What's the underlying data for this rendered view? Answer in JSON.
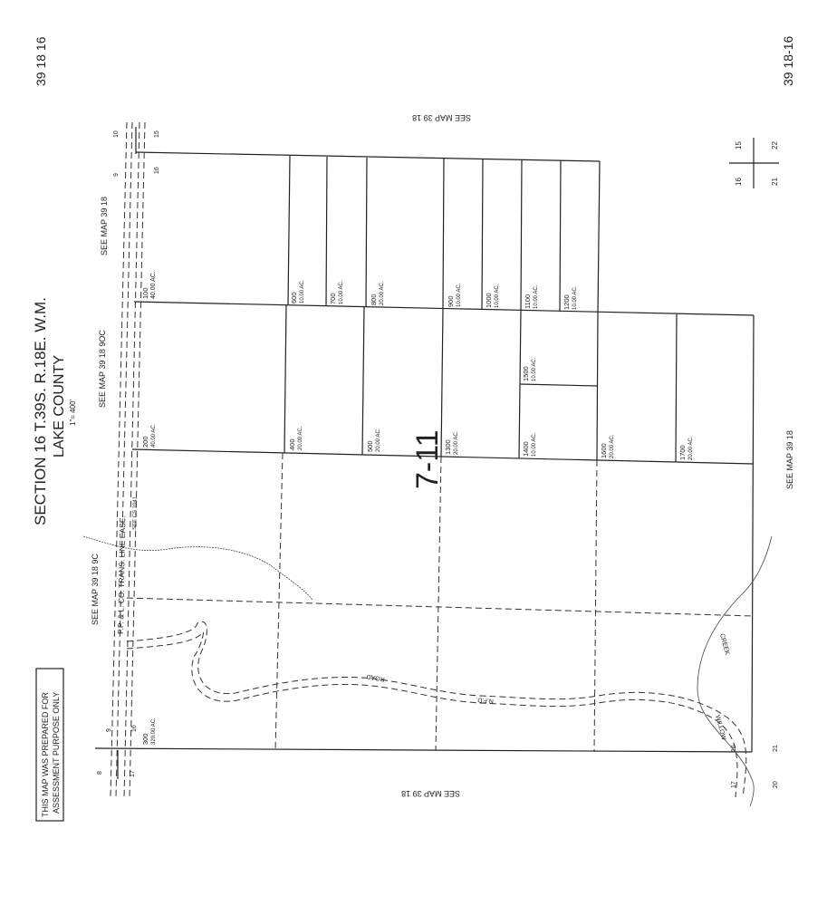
{
  "map_number": "39 18 16",
  "map_number_right": "39 18-16",
  "title": {
    "section": "SECTION 16 T.39S. R.18E. W.M.",
    "county": "LAKE COUNTY",
    "scale": "1\"= 400'"
  },
  "notice": {
    "line1": "THIS MAP WAS PREPARED FOR",
    "line2": "ASSESSMENT PURPOSE ONLY"
  },
  "see_maps": {
    "top": "SEE MAP 39 18",
    "bottom": "SEE MAP 39 18",
    "right": "SEE MAP 39 18",
    "left_upper": "SEE MAP 39 18",
    "left_middle": "SEE MAP 39 18 9OC",
    "left_lower": "SEE MAP 39 18 9C"
  },
  "easement": {
    "line": "P.P. & L. CO.   TRANS.   LINE   EASE.",
    "ref": "SEE CS 1041"
  },
  "road_labels": {
    "road": "ROAD",
    "nfd": "N.F.D."
  },
  "creek_labels": {
    "willow": "WILLOW",
    "creek": "CREEK"
  },
  "handwritten": "7-11",
  "corners": {
    "tl_a": "10",
    "tl_b": "15",
    "tl_c": "9",
    "tl_d": "16",
    "bl_a": "9",
    "bl_b": "8",
    "bl_c": "16",
    "bl_d": "17",
    "br_a": "16",
    "br_b": "21",
    "br_c": "17",
    "br_d": "20",
    "inset_a": "16",
    "inset_b": "15",
    "inset_c": "22",
    "inset_d": "21"
  },
  "parcels": [
    {
      "id": "100",
      "area": "40.00 AC."
    },
    {
      "id": "200",
      "area": "40.00 AC."
    },
    {
      "id": "300",
      "area": "320.00 AC."
    },
    {
      "id": "400",
      "area": "20.00 AC."
    },
    {
      "id": "500",
      "area": "20.00 AC."
    },
    {
      "id": "600",
      "area": "10.00 AC."
    },
    {
      "id": "700",
      "area": "10.00 AC."
    },
    {
      "id": "800",
      "area": "20.00 AC."
    },
    {
      "id": "900",
      "area": "10.00 AC."
    },
    {
      "id": "1000",
      "area": "10.00 AC."
    },
    {
      "id": "1100",
      "area": "10.00 AC."
    },
    {
      "id": "1200",
      "area": "10.00 AC."
    },
    {
      "id": "1300",
      "area": "20.00 AC."
    },
    {
      "id": "1400",
      "area": "10.00 AC."
    },
    {
      "id": "1500",
      "area": "10.00 AC."
    },
    {
      "id": "1600",
      "area": "20.00 AC."
    },
    {
      "id": "1700",
      "area": "20.00 AC."
    }
  ]
}
